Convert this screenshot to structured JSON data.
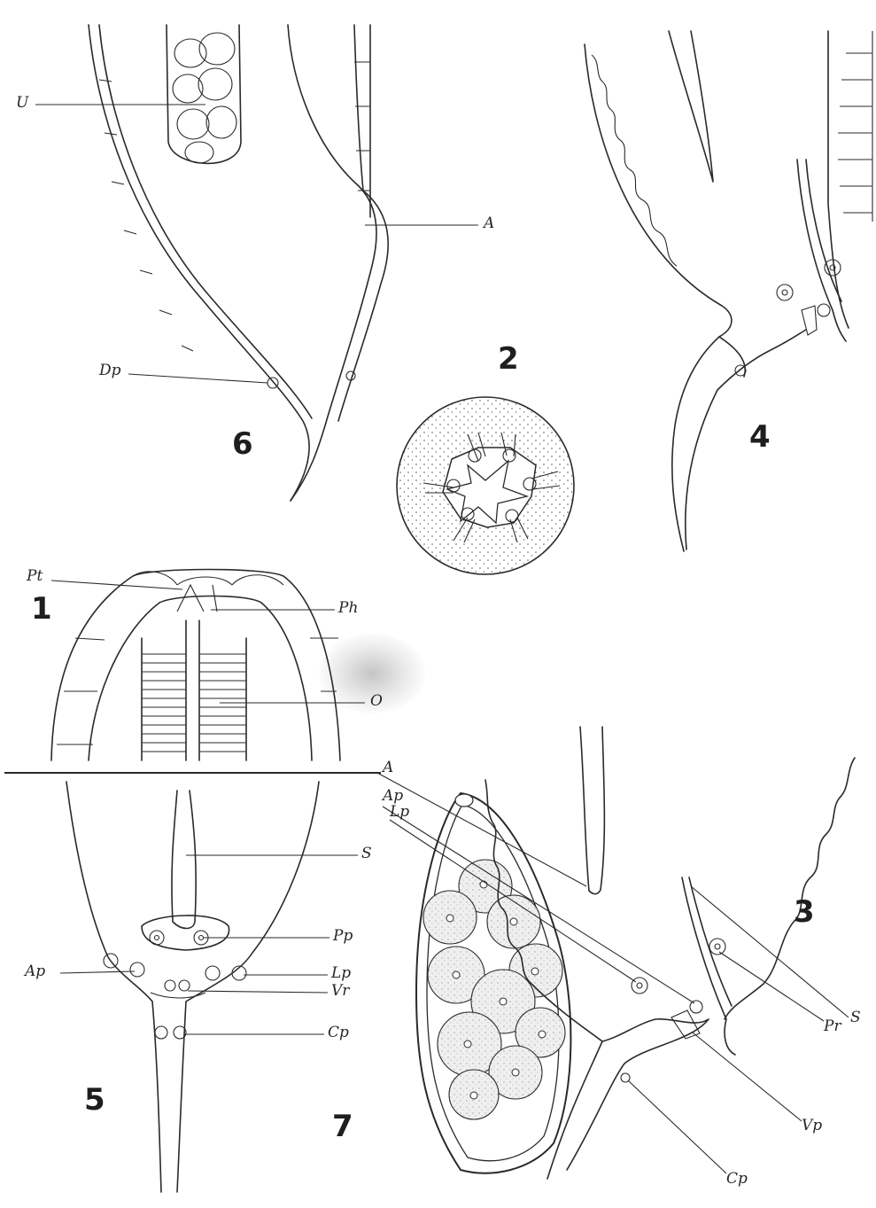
{
  "figure_numbers": {
    "fig1": "1",
    "fig2": "2",
    "fig3": "3",
    "fig4": "4",
    "fig5": "5",
    "fig6": "6",
    "fig7": "7"
  },
  "labels": {
    "fig6_u": "U",
    "fig6_a": "A",
    "fig6_dp": "Dp",
    "fig1_pt": "Pt",
    "fig1_ph": "Ph",
    "fig1_o": "O",
    "fig3_a": "A",
    "fig3_ap": "Ap",
    "fig3_lp": "Lp",
    "fig3_s": "S",
    "fig3_pr": "Pr",
    "fig3_vp": "Vp",
    "fig3_cp": "Cp",
    "fig5_s": "S",
    "fig5_pp": "Pp",
    "fig5_ap": "Ap",
    "fig5_lp": "Lp",
    "fig5_vr": "Vr",
    "fig5_cp": "Cp"
  },
  "colors": {
    "ink": "#2a2a2a",
    "stipple": "#e8e8e8",
    "paper": "#ffffff"
  }
}
